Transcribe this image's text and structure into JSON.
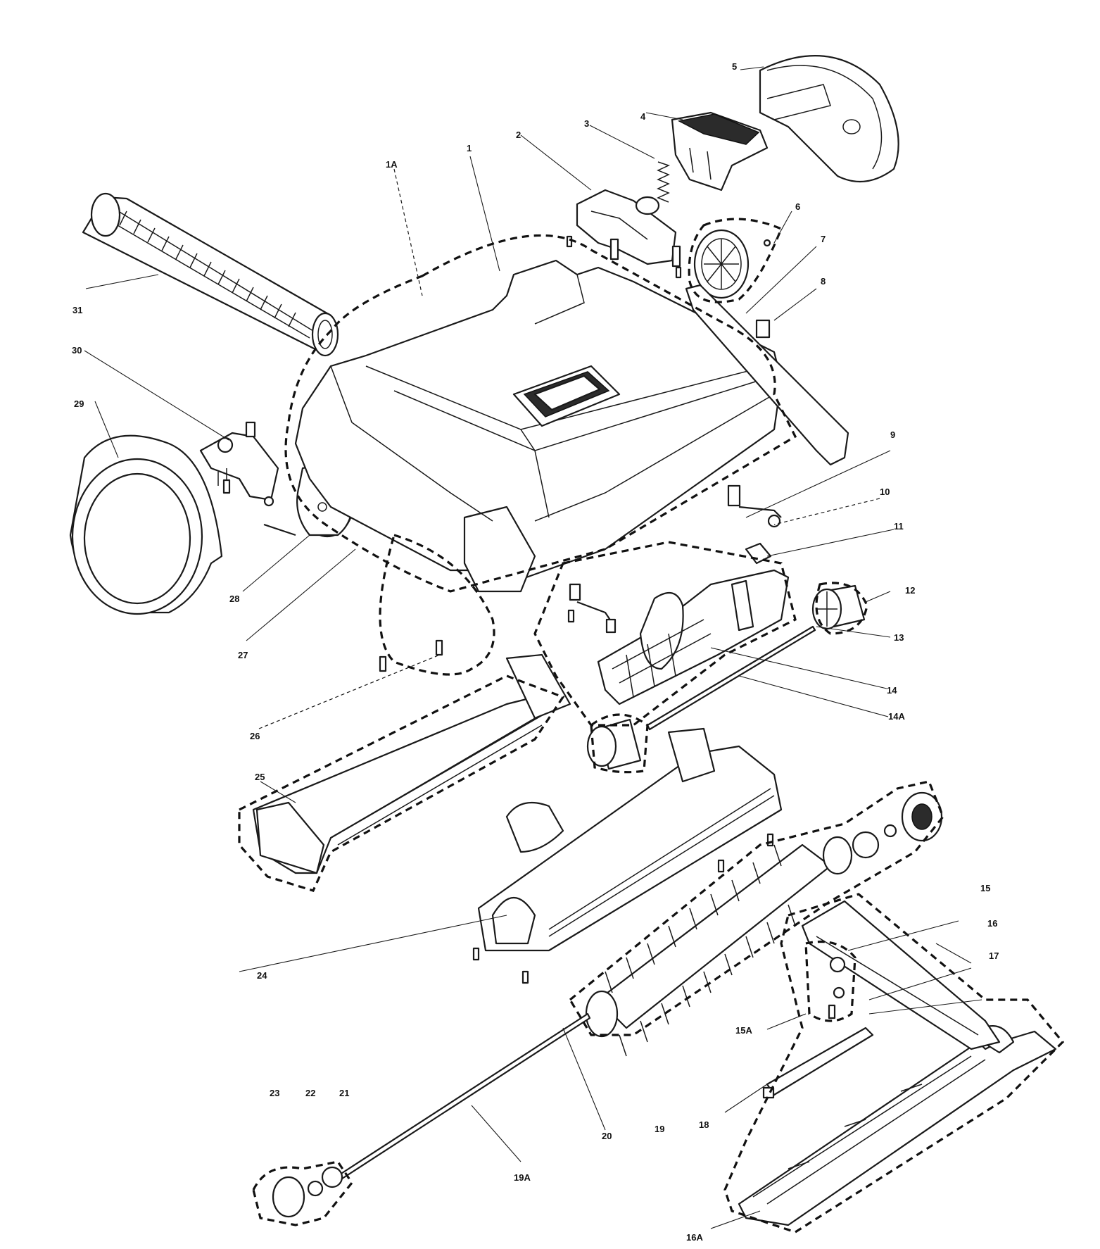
{
  "callouts": {
    "p1": "1",
    "p1A": "1A",
    "p2": "2",
    "p3": "3",
    "p4": "4",
    "p5": "5",
    "p6": "6",
    "p7": "7",
    "p8": "8",
    "p9": "9",
    "p10": "10",
    "p11": "11",
    "p12": "12",
    "p13": "13",
    "p14": "14",
    "p14A": "14A",
    "p15": "15",
    "p15A": "15A",
    "p16": "16",
    "p16A": "16A",
    "p17": "17",
    "p18": "18",
    "p19": "19",
    "p19A": "19A",
    "p20": "20",
    "p21": "21",
    "p22": "22",
    "p23": "23",
    "p24": "24",
    "p25": "25",
    "p26": "26",
    "p27": "27",
    "p28": "28",
    "p29": "29",
    "p30": "30",
    "p31": "31"
  }
}
